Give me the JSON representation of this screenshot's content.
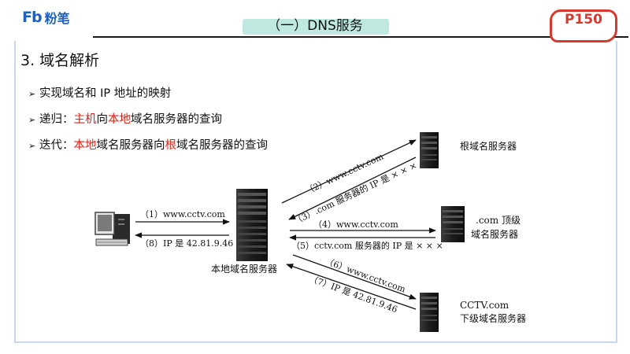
{
  "brand": {
    "logo_mark": "Fb",
    "logo_text": "粉笔"
  },
  "section_title": "（一）DNS服务",
  "page_badge": "P150",
  "heading": "3. 域名解析",
  "bullets": [
    {
      "parts": [
        "实现域名和 IP 地址的映射"
      ]
    },
    {
      "parts": [
        "递归：",
        "主机",
        "向",
        "本地",
        "域名服务器的查询"
      ]
    },
    {
      "parts": [
        "迭代：",
        "本地",
        "域名服务器向",
        "根",
        "域名服务器的查询"
      ]
    }
  ],
  "highlight_color": "#d7261b",
  "diagram": {
    "nodes": {
      "host_icon": "desktop-computer-icon",
      "local_server": "本地域名服务器",
      "root_server": "根域名服务器",
      "tld_server_line1": ".com 顶级",
      "tld_server_line2": "域名服务器",
      "cctv_server_line1": "CCTV.com",
      "cctv_server_line2": "下级域名服务器"
    },
    "messages": {
      "m1": "（1）www.cctv.com",
      "m8": "（8）IP 是 42.81.9.46",
      "m2": "（2）www.cctv.com",
      "m3": "（3）.com 服务器的 IP 是 × × ×",
      "m4": "（4）www.cctv.com",
      "m5": "（5）cctv.com 服务器的 IP 是 × × ×",
      "m6": "（6）www.cctv.com",
      "m7": "（7）IP 是 42.81.9.46"
    }
  }
}
